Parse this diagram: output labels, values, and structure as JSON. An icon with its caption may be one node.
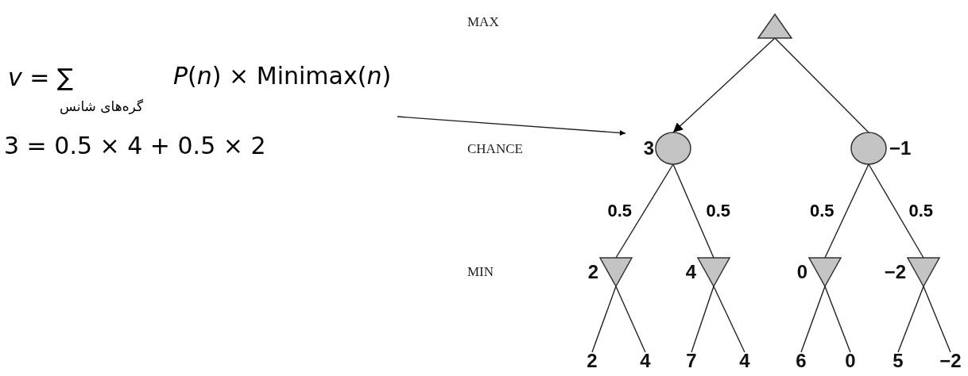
{
  "diagram": {
    "nodes": [
      {
        "text": [
          "*v* = ∑",
          "گره‌های شانس",
          "*P*(*n*) × Minimax(*n*)"
        ]
      },
      {
        "text": [],
        "shape": "triangle"
      },
      {
        "text": [],
        "shape": "circle",
        "beside": [
          "3"
        ]
      },
      {
        "text": [],
        "shape": "circle",
        "beside": [
          "−1"
        ]
      },
      {
        "text": [],
        "shape": "triangle",
        "beside": [
          "2"
        ]
      },
      {
        "text": [],
        "shape": "triangle",
        "beside": [
          "4"
        ]
      },
      {
        "text": [],
        "shape": "triangle",
        "beside": [
          "0"
        ]
      },
      {
        "text": [],
        "shape": "triangle",
        "beside": [
          "−2"
        ]
      },
      {
        "text": [
          "2"
        ]
      },
      {
        "text": [
          "4"
        ]
      },
      {
        "text": [
          "7"
        ]
      },
      {
        "text": [
          "4"
        ]
      },
      {
        "text": [
          "6"
        ]
      },
      {
        "text": [
          "0"
        ]
      },
      {
        "text": [
          "5"
        ]
      },
      {
        "text": [
          "−2"
        ]
      }
    ],
    "edges": [
      {
        "from": 1,
        "to": 2,
        "arrow": "to"
      },
      {
        "from": 1,
        "to": 3,
        "arrow": "none"
      },
      {
        "from": 2,
        "to": 4,
        "arrow": "none",
        "label": "0.5"
      },
      {
        "from": 2,
        "to": 5,
        "arrow": "none",
        "label": "0.5"
      },
      {
        "from": 3,
        "to": 6,
        "arrow": "none",
        "label": "0.5"
      },
      {
        "from": 3,
        "to": 7,
        "arrow": "none",
        "label": "0.5"
      },
      {
        "from": 4,
        "to": 8,
        "arrow": "none"
      },
      {
        "from": 4,
        "to": 9,
        "arrow": "none"
      },
      {
        "from": 5,
        "to": 10,
        "arrow": "none"
      },
      {
        "from": 5,
        "to": 11,
        "arrow": "none"
      },
      {
        "from": 6,
        "to": 12,
        "arrow": "none"
      },
      {
        "from": 6,
        "to": 13,
        "arrow": "none"
      },
      {
        "from": 7,
        "to": 14,
        "arrow": "none"
      },
      {
        "from": 7,
        "to": 15,
        "arrow": "none"
      },
      {
        "from": 0,
        "to": 2,
        "arrow": "to"
      }
    ],
    "labels": [
      "MAX",
      "3 = 0.5 × 4 + 0.5 × 2",
      "CHANCE",
      "MIN"
    ]
  }
}
